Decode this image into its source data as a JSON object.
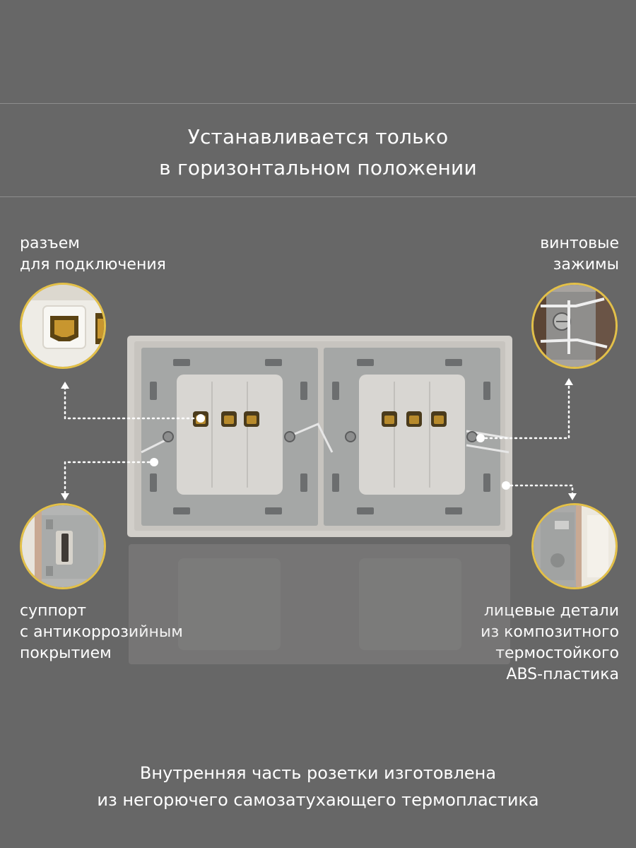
{
  "header": {
    "line1": "Устанавливается только",
    "line2": "в горизонтальном положении"
  },
  "callouts": {
    "connector": {
      "line1": "разъем",
      "line2": "для подключения"
    },
    "screw": {
      "line1": "винтовые",
      "line2": "зажимы"
    },
    "support": {
      "line1": "суппорт",
      "line2": "с антикоррозийным",
      "line3": "покрытием"
    },
    "face": {
      "line1": "лицевые детали",
      "line2": "из композитного",
      "line3": "термостойкого",
      "line4": "ABS-пластика"
    }
  },
  "footer": {
    "line1": "Внутренняя часть розетки изготовлена",
    "line2": "из негорючего самозатухающего термопластика"
  },
  "colors": {
    "background": "#676767",
    "accent_ring": "#e3c048",
    "text": "#ffffff"
  }
}
